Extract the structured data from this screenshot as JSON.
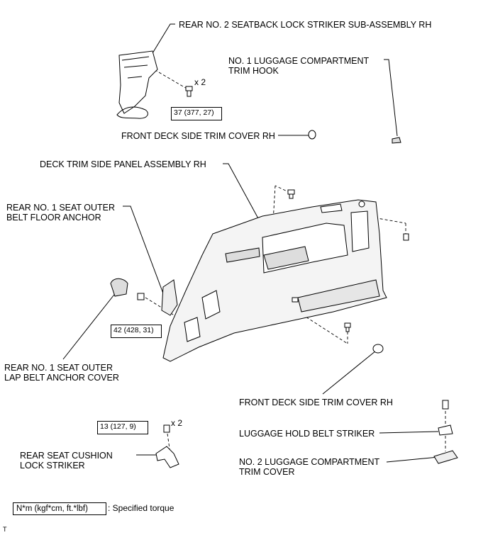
{
  "labels": {
    "striker_sub_assembly": "REAR NO. 2 SEATBACK LOCK STRIKER SUB-ASSEMBLY RH",
    "trim_hook_line1": "NO. 1 LUGGAGE COMPARTMENT",
    "trim_hook_line2": "TRIM HOOK",
    "front_cover_top": "FRONT DECK SIDE TRIM COVER RH",
    "deck_panel": "DECK TRIM SIDE PANEL ASSEMBLY RH",
    "belt_anchor_line1": "REAR NO. 1 SEAT OUTER",
    "belt_anchor_line2": "BELT FLOOR ANCHOR",
    "lap_cover_line1": "REAR NO. 1 SEAT OUTER",
    "lap_cover_line2": "LAP BELT ANCHOR COVER",
    "front_cover_bottom": "FRONT DECK SIDE TRIM COVER RH",
    "belt_striker": "LUGGAGE HOLD BELT STRIKER",
    "trim_cover2_line1": "NO. 2 LUGGAGE COMPARTMENT",
    "trim_cover2_line2": "TRIM COVER",
    "cushion_striker_line1": "REAR SEAT CUSHION",
    "cushion_striker_line2": "LOCK STRIKER"
  },
  "torques": {
    "t1": "37 (377, 27)",
    "t2": "42 (428, 31)",
    "t3": "13 (127, 9)"
  },
  "quantities": {
    "q1": "x 2",
    "q2": "x 2"
  },
  "legend": {
    "unit": "N*m (kgf*cm, ft.*lbf)",
    "text": ": Specified torque"
  },
  "figure_code": "T"
}
